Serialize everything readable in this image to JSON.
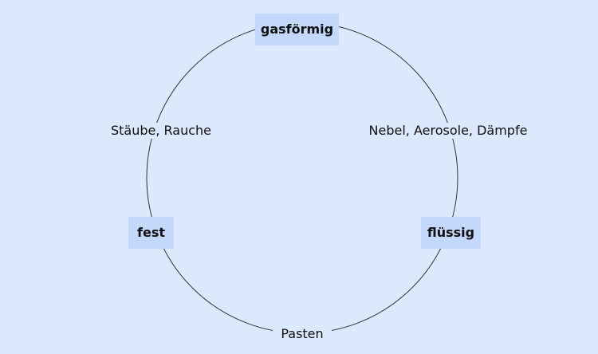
{
  "states": {
    "gas": "gasförmig",
    "solid": "fest",
    "liquid": "flüssig"
  },
  "transitions": {
    "gas_solid": "Stäube, Rauche",
    "gas_liquid": "Nebel, Aerosole, Dämpfe",
    "solid_liquid": "Pasten"
  },
  "colors": {
    "background": "#dce8fb",
    "state_box": "#c4d8fb",
    "circle_stroke": "#333333"
  }
}
